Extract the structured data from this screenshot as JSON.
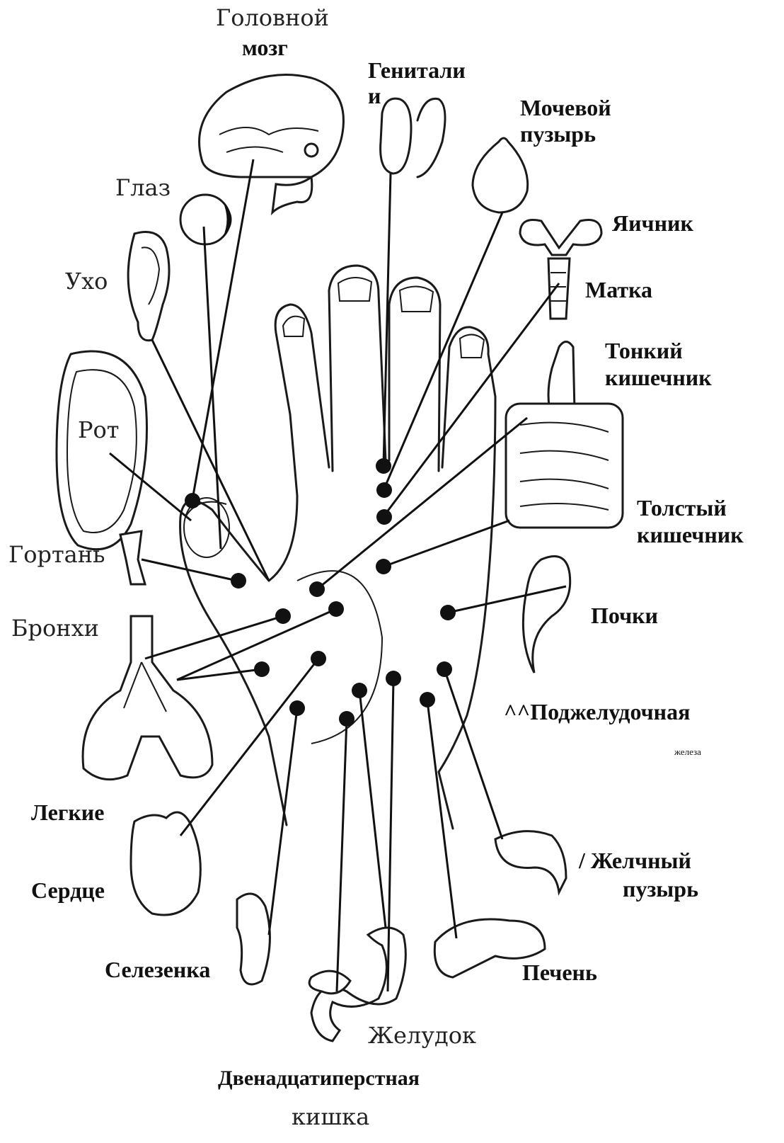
{
  "labels": {
    "brain_line1": "Головной",
    "brain_line2": "мозг",
    "genitals_line1": "Генитали",
    "genitals_line2": "и",
    "bladder_line1": "Мочевой",
    "bladder_line2": "пузырь",
    "eye": "Глаз",
    "ovary": "Яичник",
    "ear": "Ухо",
    "uterus": "Матка",
    "small_intestine_line1": "Тонкий",
    "small_intestine_line2": "кишечник",
    "mouth": "Рот",
    "large_intestine_line1": "Толстый",
    "large_intestine_line2": "кишечник",
    "larynx": "Гортань",
    "kidneys": "Почки",
    "bronchi": "Бронхи",
    "pancreas": "^^Поджелудочная",
    "pancreas_line2": "железа",
    "lungs": "Легкие",
    "gallbladder_line1": "/ Желчный",
    "gallbladder_line2": "пузырь",
    "heart": "Сердце",
    "spleen": "Селезенка",
    "liver": "Печень",
    "stomach": "Желудок",
    "duodenum_line1": "Двенадцатиперстная",
    "duodenum_line2": "кишка"
  },
  "colors": {
    "ink": "#111111",
    "background": "#ffffff"
  }
}
